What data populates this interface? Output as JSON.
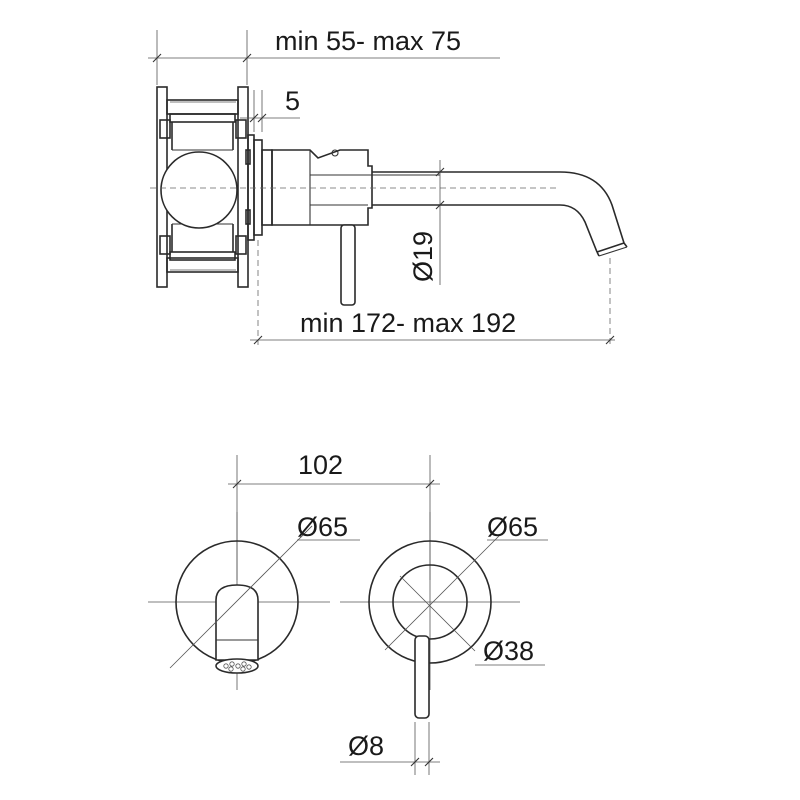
{
  "dimensions": {
    "top_width": "min 55- max 75",
    "plate_thickness": "5",
    "spout_diameter": "Ø19",
    "spout_length": "min 172- max 192",
    "center_distance": "102",
    "spout_rosette_diameter": "Ø65",
    "handle_rosette_diameter": "Ø65",
    "handle_cap_diameter": "Ø38",
    "lever_diameter": "Ø8"
  }
}
